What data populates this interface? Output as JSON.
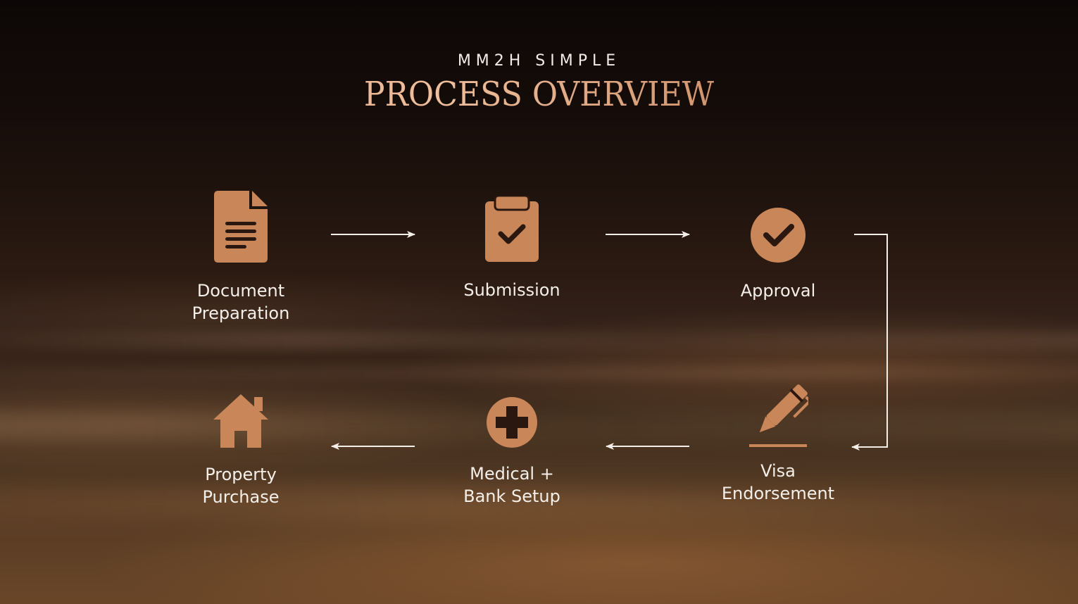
{
  "header": {
    "eyebrow": "MM2H SIMPLE",
    "title": "PROCESS OVERVIEW"
  },
  "colors": {
    "accent": "#c98658",
    "arrow": "#f4eee8",
    "text": "#f5efe9"
  },
  "steps": [
    {
      "label": "Document\nPreparation",
      "icon": "document-icon"
    },
    {
      "label": "Submission",
      "icon": "clipboard-check-icon"
    },
    {
      "label": "Approval",
      "icon": "check-circle-icon"
    },
    {
      "label": "Visa\nEndorsement",
      "icon": "pen-icon"
    },
    {
      "label": "Medical +\nBank Setup",
      "icon": "medical-cross-icon"
    },
    {
      "label": "Property\nPurchase",
      "icon": "house-icon"
    }
  ]
}
